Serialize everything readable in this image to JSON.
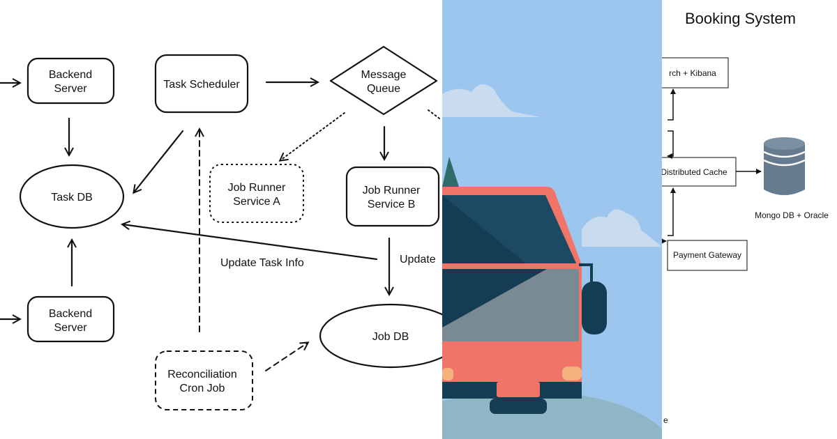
{
  "left_diagram": {
    "nodes": {
      "backend_server_top": [
        "Backend",
        "Server"
      ],
      "task_scheduler": "Task Scheduler",
      "message_queue": [
        "Message",
        "Queue"
      ],
      "task_db": "Task DB",
      "job_runner_a": [
        "Job Runner",
        "Service A"
      ],
      "job_runner_b": [
        "Job Runner",
        "Service B"
      ],
      "backend_server_bottom": [
        "Backend",
        "Server"
      ],
      "job_db": "Job DB",
      "reconciliation": [
        "Reconciliation",
        "Cron Job"
      ]
    },
    "edge_labels": {
      "update_task_info": "Update Task Info",
      "update": "Update"
    }
  },
  "right_diagram": {
    "title": "Booking System",
    "nodes": {
      "search": "rch  + Kibana",
      "cache": "Distributed Cache",
      "payment": "Payment Gateway",
      "db_label": "Mongo DB + Oracle"
    },
    "footer_fragment": "e"
  },
  "colors": {
    "sky": "#9cc6ee",
    "bus_body": "#f07468",
    "bus_window": "#143c52",
    "ground": "#8fb6c4",
    "db_cylinder": "#667b8e"
  }
}
